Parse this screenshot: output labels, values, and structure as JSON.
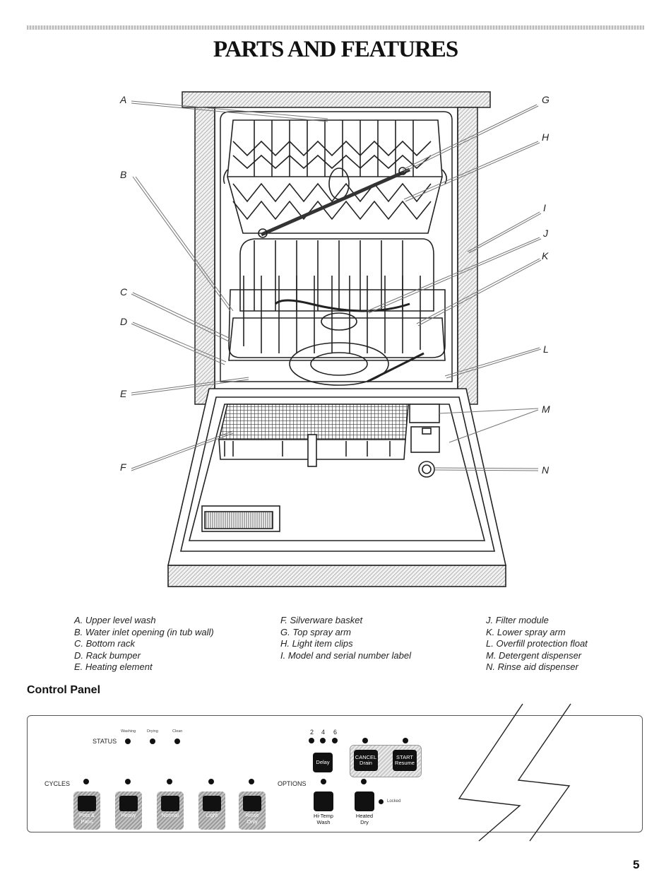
{
  "page": {
    "title": "PARTS AND FEATURES",
    "page_number": "5"
  },
  "callouts": {
    "A": "A",
    "B": "B",
    "C": "C",
    "D": "D",
    "E": "E",
    "F": "F",
    "G": "G",
    "H": "H",
    "I": "I",
    "J": "J",
    "K": "K",
    "L": "L",
    "M": "M",
    "N": "N"
  },
  "legend": {
    "col1": [
      "A. Upper level wash",
      "B. Water inlet opening (in tub wall)",
      "C. Bottom rack",
      "D. Rack bumper",
      "E. Heating element"
    ],
    "col2": [
      "F. Silverware basket",
      "G. Top spray arm",
      "H. Light item clips",
      "I. Model and serial number label"
    ],
    "col3": [
      "J. Filter module",
      "K. Lower spray arm",
      "L. Overfill protection float",
      "M. Detergent dispenser",
      "N. Rinse aid dispenser"
    ]
  },
  "control_panel": {
    "heading": "Control Panel",
    "status_label": "STATUS",
    "status_indicators": [
      "Washing",
      "Drying",
      "Clean"
    ],
    "cycles_label": "CYCLES",
    "cycles": [
      {
        "label_line1": "Pots &",
        "label_line2": "Pans"
      },
      {
        "label_line1": "Heavy",
        "label_line2": ""
      },
      {
        "label_line1": "Normal",
        "label_line2": ""
      },
      {
        "label_line1": "Light",
        "label_line2": ""
      },
      {
        "label_line1": "Rinse",
        "label_line2": "Only"
      }
    ],
    "delay_hours": [
      "2",
      "4",
      "6"
    ],
    "delay_button": "Delay",
    "cancel_button_line1": "CANCEL",
    "cancel_button_line2": "Drain",
    "start_button_line1": "START",
    "start_button_line2": "Resume",
    "options_label": "OPTIONS",
    "options": [
      {
        "label_line1": "Hi-Temp",
        "label_line2": "Wash"
      },
      {
        "label_line1": "Heated",
        "label_line2": "Dry"
      }
    ],
    "locked_label": "Locked"
  }
}
